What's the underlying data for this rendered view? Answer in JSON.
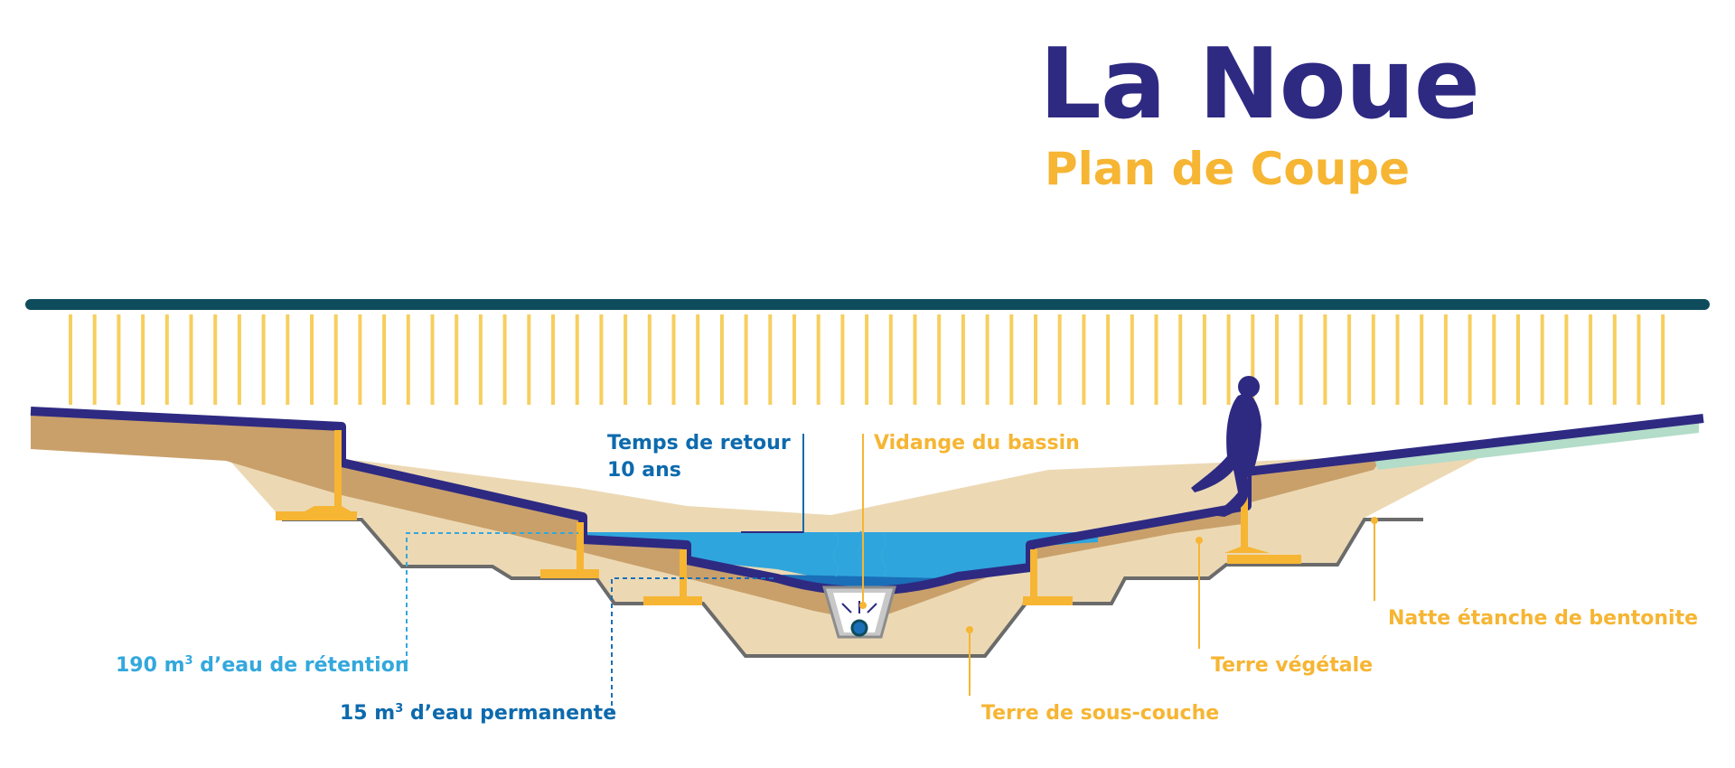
{
  "header": {
    "title": "La Noue",
    "subtitle": "Plan de Coupe"
  },
  "labels": {
    "return_period_line1": "Temps de retour",
    "return_period_line2": "10 ans",
    "basin_drain": "Vidange du bassin",
    "retention_volume": "190",
    "retention_unit": "m",
    "retention_exp": "3",
    "retention_text": "d’eau de rétention",
    "permanent_volume": "15",
    "permanent_unit": "m",
    "permanent_exp": "3",
    "permanent_text": "d’eau permanente",
    "subsoil": "Terre de sous-couche",
    "topsoil": "Terre végétale",
    "bentonite": "Natte étanche de bentonite"
  },
  "colors": {
    "navy": "#2e2a82",
    "teal": "#0e4c5c",
    "orange": "#f6b533",
    "rain": "#f7cf5e",
    "soil_dark": "#c9a06a",
    "soil_light": "#ecd9b4",
    "water": "#2fa5dd",
    "water_deep": "#1a6fb8",
    "label_blue": "#0d6aad",
    "label_sky": "#33a8dc",
    "grass": "#b3dcc9",
    "outline": "#6b6b6b"
  }
}
